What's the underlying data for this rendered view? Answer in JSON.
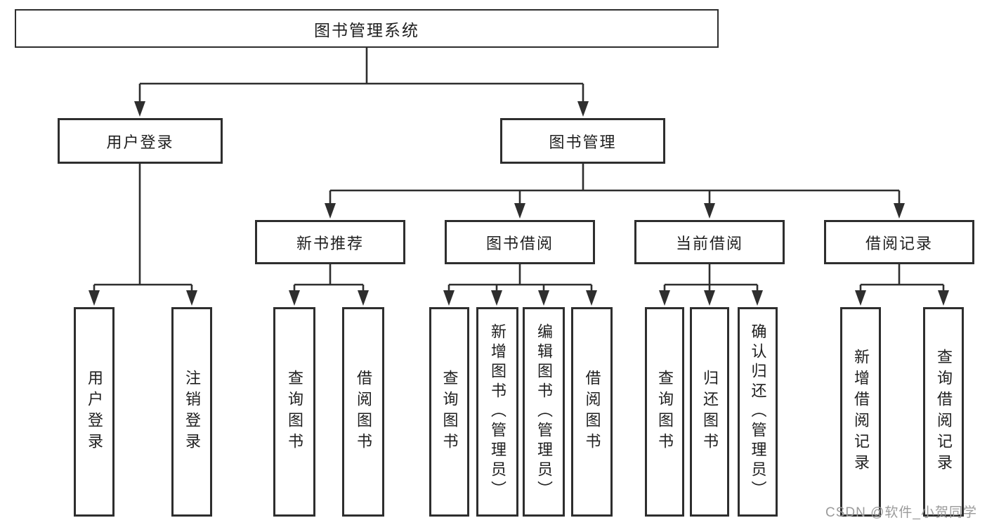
{
  "diagram": {
    "root": "图书管理系统",
    "level2": {
      "user_login": "用户登录",
      "book_mgmt": "图书管理"
    },
    "level3": {
      "new_book": "新书推荐",
      "book_borrow": "图书借阅",
      "current_borrow": "当前借阅",
      "borrow_record": "借阅记录"
    },
    "leaves": {
      "user_login": [
        "用户登录",
        "注销登录"
      ],
      "new_book": [
        "查询图书",
        "借阅图书"
      ],
      "book_borrow": [
        "查询图书",
        "新增图书（管理员）",
        "编辑图书（管理员）",
        "借阅图书"
      ],
      "current_borrow": [
        "查询图书",
        "归还图书",
        "确认归还（管理员）"
      ],
      "borrow_record": [
        "新增借阅记录",
        "查询借阅记录"
      ]
    }
  },
  "watermark": "CSDN @软件_小贺同学",
  "colors": {
    "line": "#2e2e2e",
    "text": "#1f1f1f",
    "watermark": "#9b9b9b",
    "background": "#ffffff"
  }
}
